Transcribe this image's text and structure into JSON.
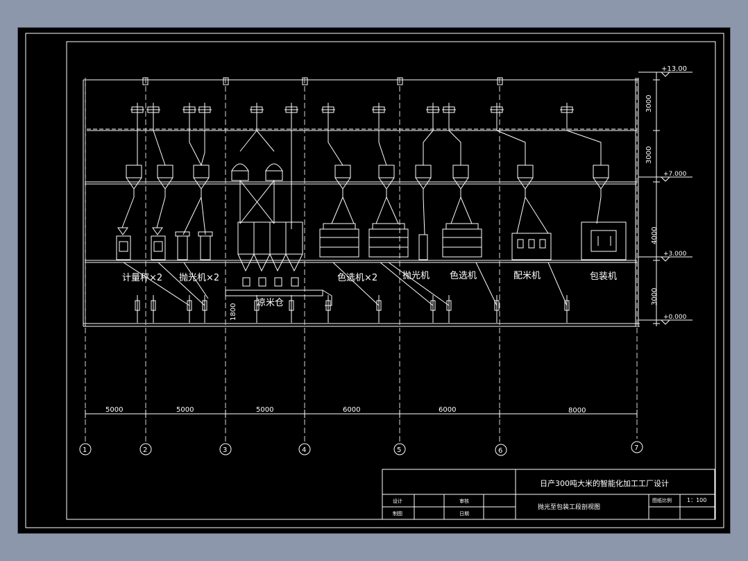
{
  "colors": {
    "background": "#8c97ab",
    "canvas": "#000000",
    "line": "#ffffff",
    "dash": "#d8d8d8"
  },
  "title_block": {
    "project_title": "日产300吨大米的智能化加工工厂设计",
    "drawing_title": "抛光至包装工段剖视图",
    "design_label": "设计",
    "drawing_label": "制图",
    "review_label": "审核",
    "date_label": "日期",
    "scale_label": "图纸比例",
    "scale_value": "1：100"
  },
  "elevations": [
    "+13.00",
    "+7.000",
    "+3.000",
    "+0.000"
  ],
  "floor_heights": [
    "3000",
    "3000",
    "4000",
    "3000"
  ],
  "axes": [
    "1",
    "2",
    "3",
    "4",
    "5",
    "6",
    "7"
  ],
  "spans": [
    "5000",
    "5000",
    "5000",
    "6000",
    "6000",
    "8000"
  ],
  "height_dim": "1800",
  "labels": {
    "scale_weigher": "计量秤×2",
    "polisher_2": "抛光机×2",
    "cooling_bin": "凉米仓",
    "color_sorter_2": "色选机×2",
    "polisher": "抛光机",
    "color_sorter": "色选机",
    "rice_blender": "配米机",
    "packer": "包装机"
  }
}
